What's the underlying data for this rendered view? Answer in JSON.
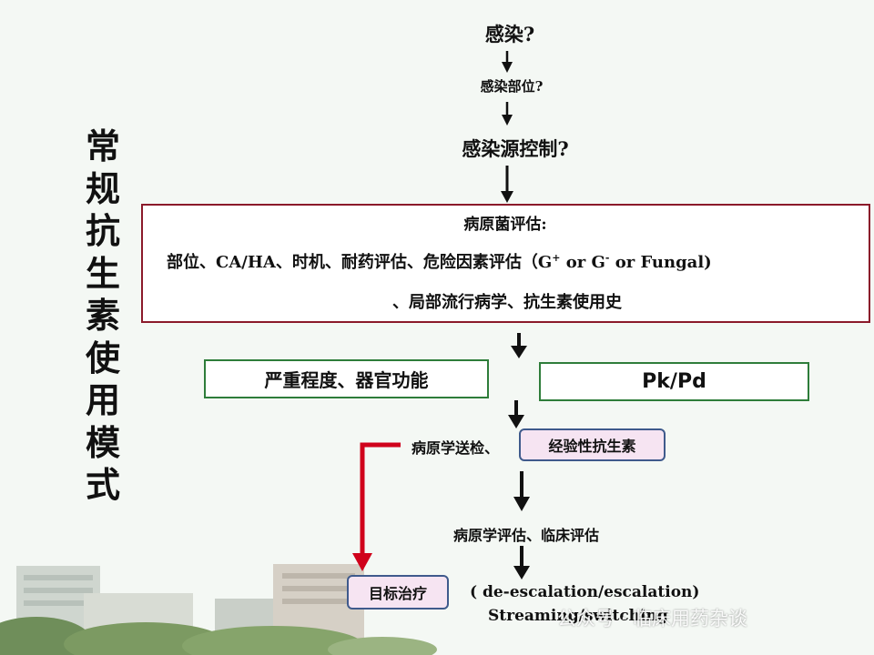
{
  "side_title": [
    "常",
    "规",
    "抗",
    "生",
    "素",
    "使",
    "用",
    "模",
    "式"
  ],
  "steps": {
    "infection": "感染?",
    "site": "感染部位?",
    "source_control": "感染源控制?"
  },
  "pathogen_box": {
    "title": "病原菌评估:",
    "line1_prefix": "部位、CA/HA、时机、耐药评估、危险因素评估（G",
    "sup_plus": "+",
    "or1": " or G",
    "sup_minus": "-",
    "line1_suffix": " or Fungal)",
    "line2": "、局部流行病学、抗生素使用史"
  },
  "severity_box": "严重程度、器官功能",
  "pkpd_box": "Pk/Pd",
  "culture_text": "病原学送检、",
  "empirical_box": "经验性抗生素",
  "assessment_text": "病原学评估、临床评估",
  "target_box": "目标治疗",
  "deescalation": "( de-escalation/escalation)",
  "streaming": "Streaming/switching",
  "watermark": "公众号 · 临床用药杂谈",
  "colors": {
    "pathogen_border": "#8b1a2a",
    "green_border": "#2e7d3a",
    "pink_fill": "#f6e4f2",
    "pink_border": "#3f5a8c",
    "red_arrow": "#d0021b",
    "arrow": "#111111"
  }
}
